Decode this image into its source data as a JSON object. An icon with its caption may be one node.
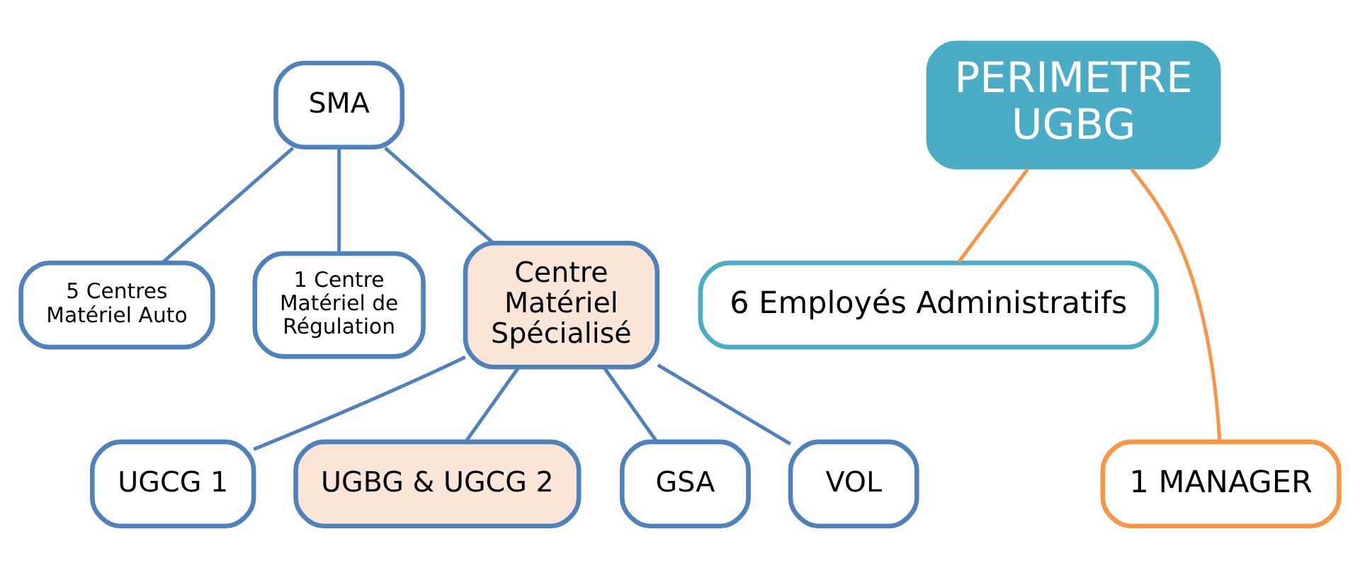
{
  "diagram": {
    "nodes": [
      {
        "text": [
          "SMA"
        ]
      },
      {
        "text": [
          "5 Centres Matériel Auto"
        ]
      },
      {
        "text": [
          "1 Centre Matériel de Régulation"
        ]
      },
      {
        "text": [
          "Centre Matériel Spécialisé"
        ]
      },
      {
        "text": [
          "UGCG 1"
        ]
      },
      {
        "text": [
          "UGBG & UGCG 2"
        ]
      },
      {
        "text": [
          "GSA"
        ]
      },
      {
        "text": [
          "VOL"
        ]
      },
      {
        "text": [
          "PERIMETRE UGBG"
        ]
      },
      {
        "text": [
          "6 Employés Administratifs"
        ]
      },
      {
        "text": [
          "1 MANAGER"
        ]
      }
    ],
    "edges": [
      {
        "from": 0,
        "to": 1,
        "arrow": "none"
      },
      {
        "from": 0,
        "to": 2,
        "arrow": "none"
      },
      {
        "from": 0,
        "to": 3,
        "arrow": "none"
      },
      {
        "from": 3,
        "to": 4,
        "arrow": "none"
      },
      {
        "from": 3,
        "to": 5,
        "arrow": "none"
      },
      {
        "from": 3,
        "to": 6,
        "arrow": "none"
      },
      {
        "from": 3,
        "to": 7,
        "arrow": "none"
      },
      {
        "from": 8,
        "to": 9,
        "arrow": "none",
        "color": "#f79646"
      },
      {
        "from": 8,
        "to": 10,
        "arrow": "none",
        "color": "#f79646"
      }
    ]
  }
}
